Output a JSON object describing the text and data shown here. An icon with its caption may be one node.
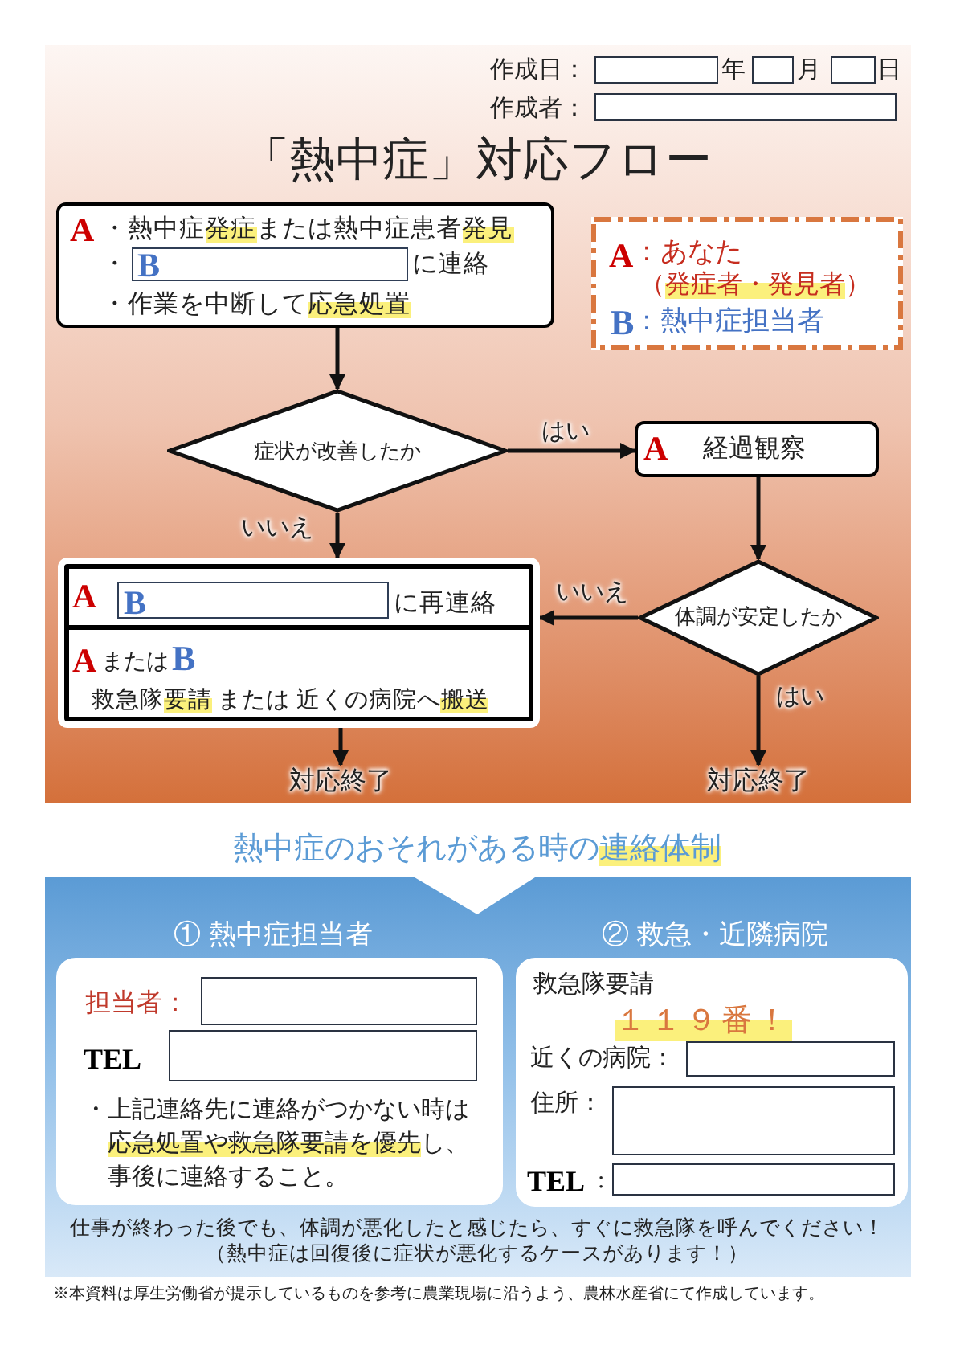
{
  "diagram": {
    "title": "「熱中症」対応フロー",
    "nodes": [
      {
        "text": [
          "A",
          "・熱中症**発症**または熱中症患者**発見**",
          "・",
          "に連絡",
          "・作業を中断して**応急処置**"
        ]
      },
      {
        "text": [
          "B"
        ],
        "in": 0
      },
      {
        "text": [
          "A",
          "：あなた",
          "（**発症者・発見者**）",
          "B",
          "：熱中症担当者"
        ]
      },
      {
        "text": [
          "症状が改善したか"
        ]
      },
      {
        "text": [
          "A",
          "経過観察"
        ]
      },
      {
        "text": [
          "体調が安定したか"
        ]
      },
      {
        "text": [],
        "shape": "box"
      },
      {
        "text": [
          "A",
          "に再連絡"
        ],
        "in": 6
      },
      {
        "text": [
          "B"
        ],
        "in": 7
      },
      {
        "text": [
          "A",
          "または",
          "B",
          "救急隊**要請** または 近くの病院へ**搬送**"
        ],
        "in": 6
      },
      {
        "text": [
          "対応終了"
        ]
      },
      {
        "text": [
          "対応終了"
        ]
      },
      {
        "text": [
          "① 熱中症担当者",
          "② 救急・近隣病院",
          "仕事が終わった後でも、体調が悪化したと感じたら、すぐに救急隊を呼んでください！",
          "（熱中症は回復後に症状が悪化するケースがあります！）"
        ]
      },
      {
        "text": [
          "担当者：",
          "TEL",
          "・上記連絡先に連絡がつかない時は**応急処置や救急隊要請を優先**し、事後に連絡すること。"
        ],
        "in": 12
      },
      {
        "text": [
          "救急隊要請",
          "１１９番！",
          "近くの病院：",
          "住所：",
          "TEL",
          ":"
        ],
        "in": 12
      }
    ],
    "edges": [
      {
        "from": 0,
        "to": 3,
        "arrow": "to"
      },
      {
        "from": 3,
        "to": 4,
        "arrow": "to",
        "label": "はい"
      },
      {
        "from": 3,
        "to": 6,
        "arrow": "to",
        "label": "いいえ"
      },
      {
        "from": 4,
        "to": 5,
        "arrow": "to"
      },
      {
        "from": 5,
        "to": 6,
        "arrow": "to",
        "label": "いいえ"
      },
      {
        "from": 6,
        "to": 10,
        "arrow": "to"
      },
      {
        "from": 5,
        "to": 11,
        "arrow": "to",
        "label": "はい"
      }
    ],
    "labels": [
      "作成日：",
      "年",
      "月",
      "日",
      "作成者：",
      "熱中症のおそれがある時の**連絡体制**",
      "※本資料は厚生労働省が提示しているものを参考に農業現場に沿うよう、農林水産省にて作成しています。"
    ]
  }
}
